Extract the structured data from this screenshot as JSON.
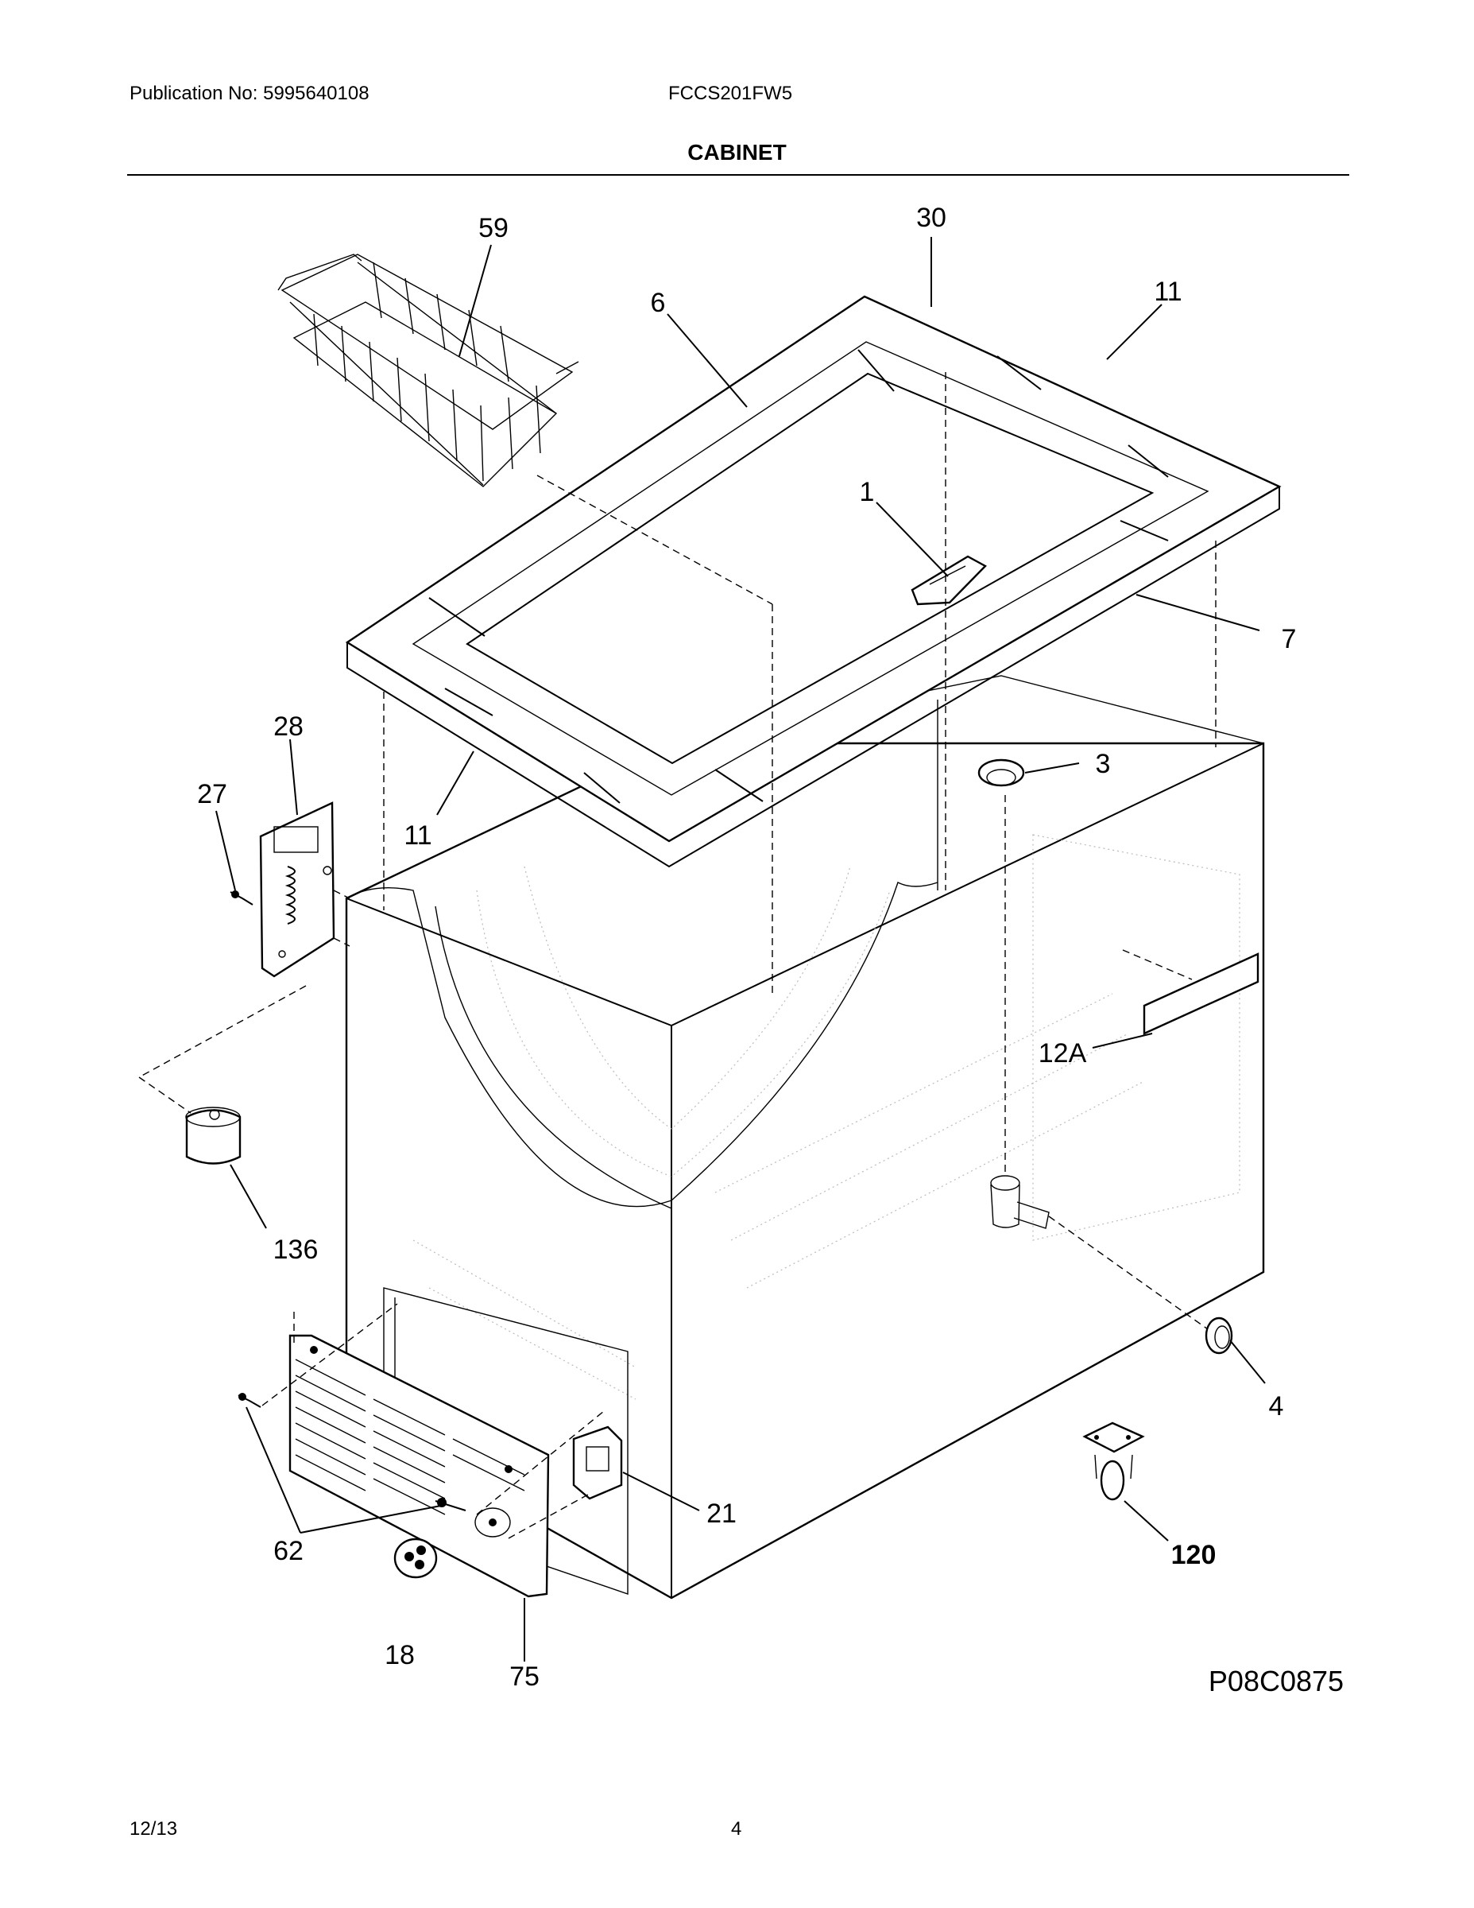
{
  "header": {
    "publication": "Publication No: 5995640108",
    "model": "FCCS201FW5",
    "section_title": "CABINET"
  },
  "callouts": {
    "c59": "59",
    "c30": "30",
    "c11a": "11",
    "c6": "6",
    "c1": "1",
    "c7": "7",
    "c28": "28",
    "c27": "27",
    "c11b": "11",
    "c3": "3",
    "c12A": "12A",
    "c136": "136",
    "c4": "4",
    "c120": "120",
    "c21": "21",
    "c62": "62",
    "c18": "18",
    "c75": "75"
  },
  "diagram_code": "P08C0875",
  "footer": {
    "date": "12/13",
    "page": "4"
  }
}
